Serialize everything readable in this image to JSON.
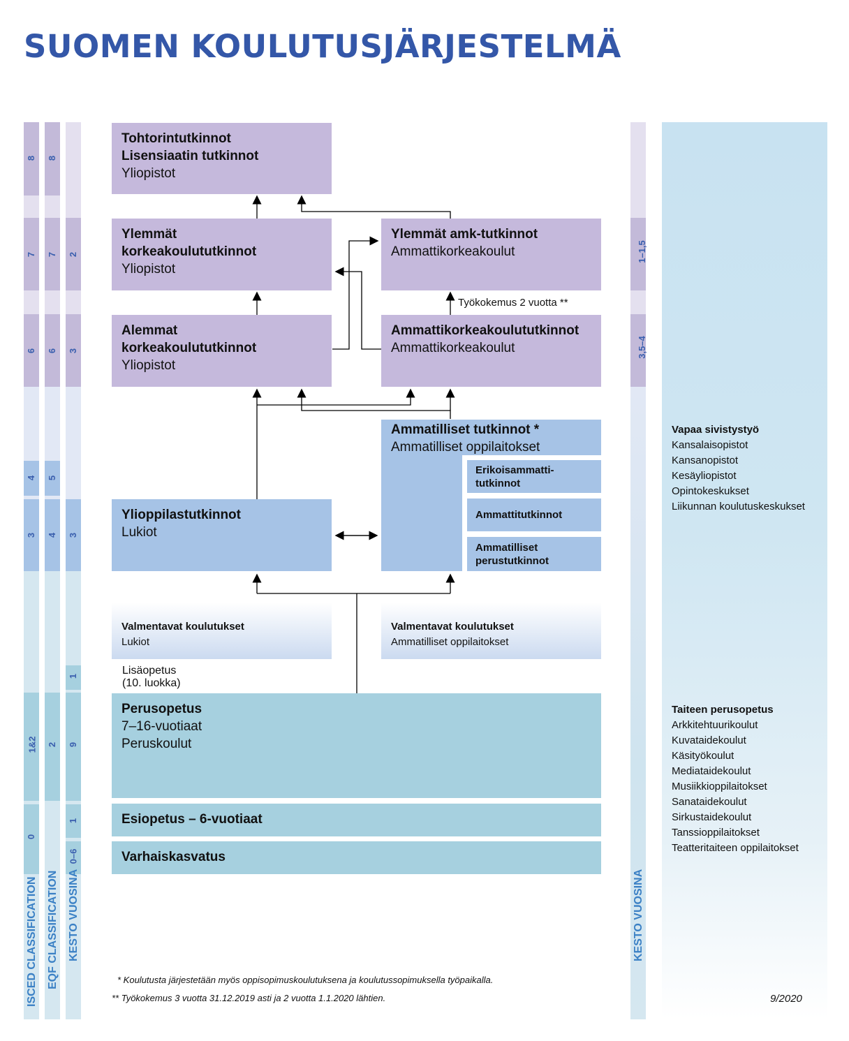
{
  "title": "SUOMEN KOULUTUSJÄRJESTELMÄ",
  "axes": {
    "isced": {
      "label": "ISCED CLASSIFICATION",
      "levels": [
        "8",
        "7",
        "6",
        "4",
        "3",
        "1&2",
        "0"
      ]
    },
    "eqf": {
      "label": "EQF CLASSIFICATION",
      "levels": [
        "8",
        "7",
        "6",
        "5",
        "4",
        "2"
      ]
    },
    "kesto": {
      "label": "KESTO VUOSINA",
      "values": [
        "2",
        "3",
        "3",
        "1",
        "9",
        "1",
        "0–6"
      ]
    },
    "kesto_right": {
      "label": "KESTO VUOSINA",
      "values": [
        "1–1,5",
        "3,5–4"
      ]
    }
  },
  "boxes": {
    "doctoral": {
      "line1": "Tohtorintutkinnot",
      "line2": "Lisensiaatin tutkinnot",
      "line3": "Yliopistot"
    },
    "upper_univ": {
      "line1": "Ylemmät",
      "line2": "korkeakoulututkinnot",
      "line3": "Yliopistot"
    },
    "upper_amk": {
      "line1": "Ylemmät amk-tutkinnot",
      "line2": "Ammattikorkeakoulut"
    },
    "lower_univ": {
      "line1": "Alemmat",
      "line2": "korkeakoulututkinnot",
      "line3": "Yliopistot"
    },
    "amk": {
      "line1": "Ammattikorkeakoulututkinnot",
      "line2": "Ammattikorkeakoulut"
    },
    "vocational": {
      "line1": "Ammatilliset tutkinnot *",
      "line2": "Ammatilliset oppilaitokset",
      "sub1": "Erikoisammatti-\ntutkinnot",
      "sub2": "Ammattitutkinnot",
      "sub3": "Ammatilliset\nperustutkinnot"
    },
    "matriculation": {
      "line1": "Ylioppilastutkinnot",
      "line2": "Lukiot"
    },
    "prep_lukio": {
      "line1": "Valmentavat koulutukset",
      "line2": "Lukiot"
    },
    "prep_voc": {
      "line1": "Valmentavat koulutukset",
      "line2": "Ammatilliset oppilaitokset"
    },
    "additional": {
      "line1": "Lisäopetus",
      "line2": "(10. luokka)"
    },
    "basic": {
      "line1": "Perusopetus",
      "line2": "7–16-vuotiaat",
      "line3": "Peruskoulut"
    },
    "preprimary": {
      "line1": "Esiopetus – 6-vuotiaat"
    },
    "ecec": {
      "line1": "Varhaiskasvatus"
    }
  },
  "work_experience": "Työkokemus 2 vuotta **",
  "liberal": {
    "heading": "Vapaa sivistystyö",
    "items": [
      "Kansalaisopistot",
      "Kansanopistot",
      "Kesäyliopistot",
      "Opintokeskukset",
      "Liikunnan koulutuskeskukset"
    ]
  },
  "arts": {
    "heading": "Taiteen perusopetus",
    "items": [
      "Arkkitehtuurikoulut",
      "Kuvataidekoulut",
      "Käsityökoulut",
      "Mediataidekoulut",
      "Musiikkioppilaitokset",
      "Sanataidekoulut",
      "Sirkustaidekoulut",
      "Tanssioppilaitokset",
      "Teatteritaiteen oppilaitokset"
    ]
  },
  "notes": {
    "n1": "* Koulutusta järjestetään myös oppisopimuskoulutuksena ja koulutussopimuksella työpaikalla.",
    "n2": "** Työkokemus 3 vuotta 31.12.2019 asti ja 2 vuotta 1.1.2020 lähtien.",
    "date": "9/2020"
  },
  "colors": {
    "title": "#3457a8",
    "purple": "#c5b9dc",
    "blue": "#a6c3e6",
    "teal": "#a6d0df"
  }
}
